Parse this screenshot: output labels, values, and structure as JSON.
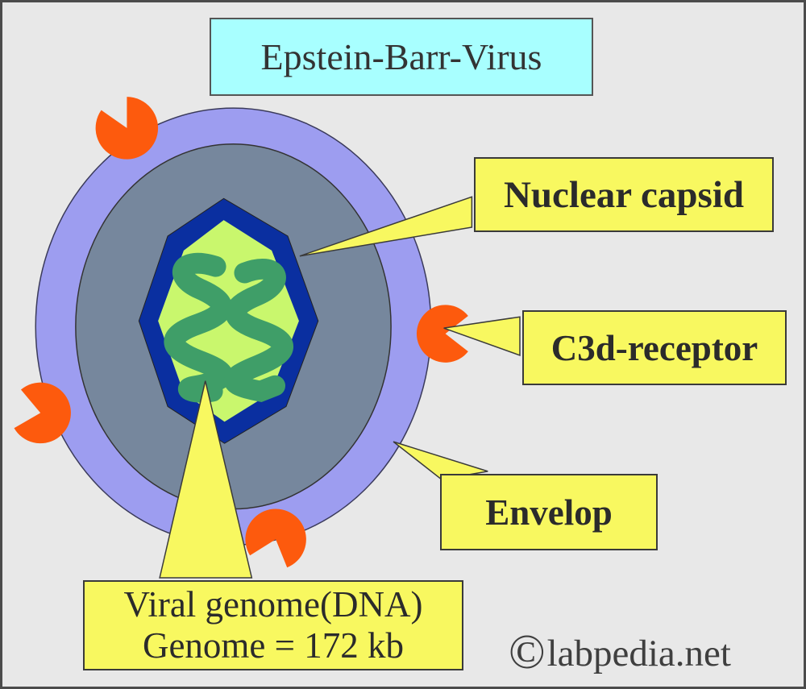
{
  "title": {
    "label": "Epstein-Barr-Virus"
  },
  "callouts": {
    "nuclear_capsid": {
      "label": "Nuclear capsid"
    },
    "c3d_receptor": {
      "label": "C3d-receptor"
    },
    "envelope": {
      "label": "Envelop"
    },
    "viral_genome": {
      "line1": "Viral genome(DNA)",
      "line2": "Genome = 172 kb"
    }
  },
  "watermark": {
    "symbol": "©",
    "text": "labpedia.net"
  },
  "colors": {
    "background": "#e8e8e8",
    "frame_border": "#4b4b4b",
    "envelope": "#9d9df0",
    "tegument": "#76879d",
    "capsid": "#0a2fa0",
    "capsid_core": "#c9f76d",
    "dna": "#3f9e68",
    "receptor": "#fd5a0d",
    "label_bg": "#f8f860",
    "title_bg": "#a8ffff",
    "outline": "#3a3a3a"
  }
}
